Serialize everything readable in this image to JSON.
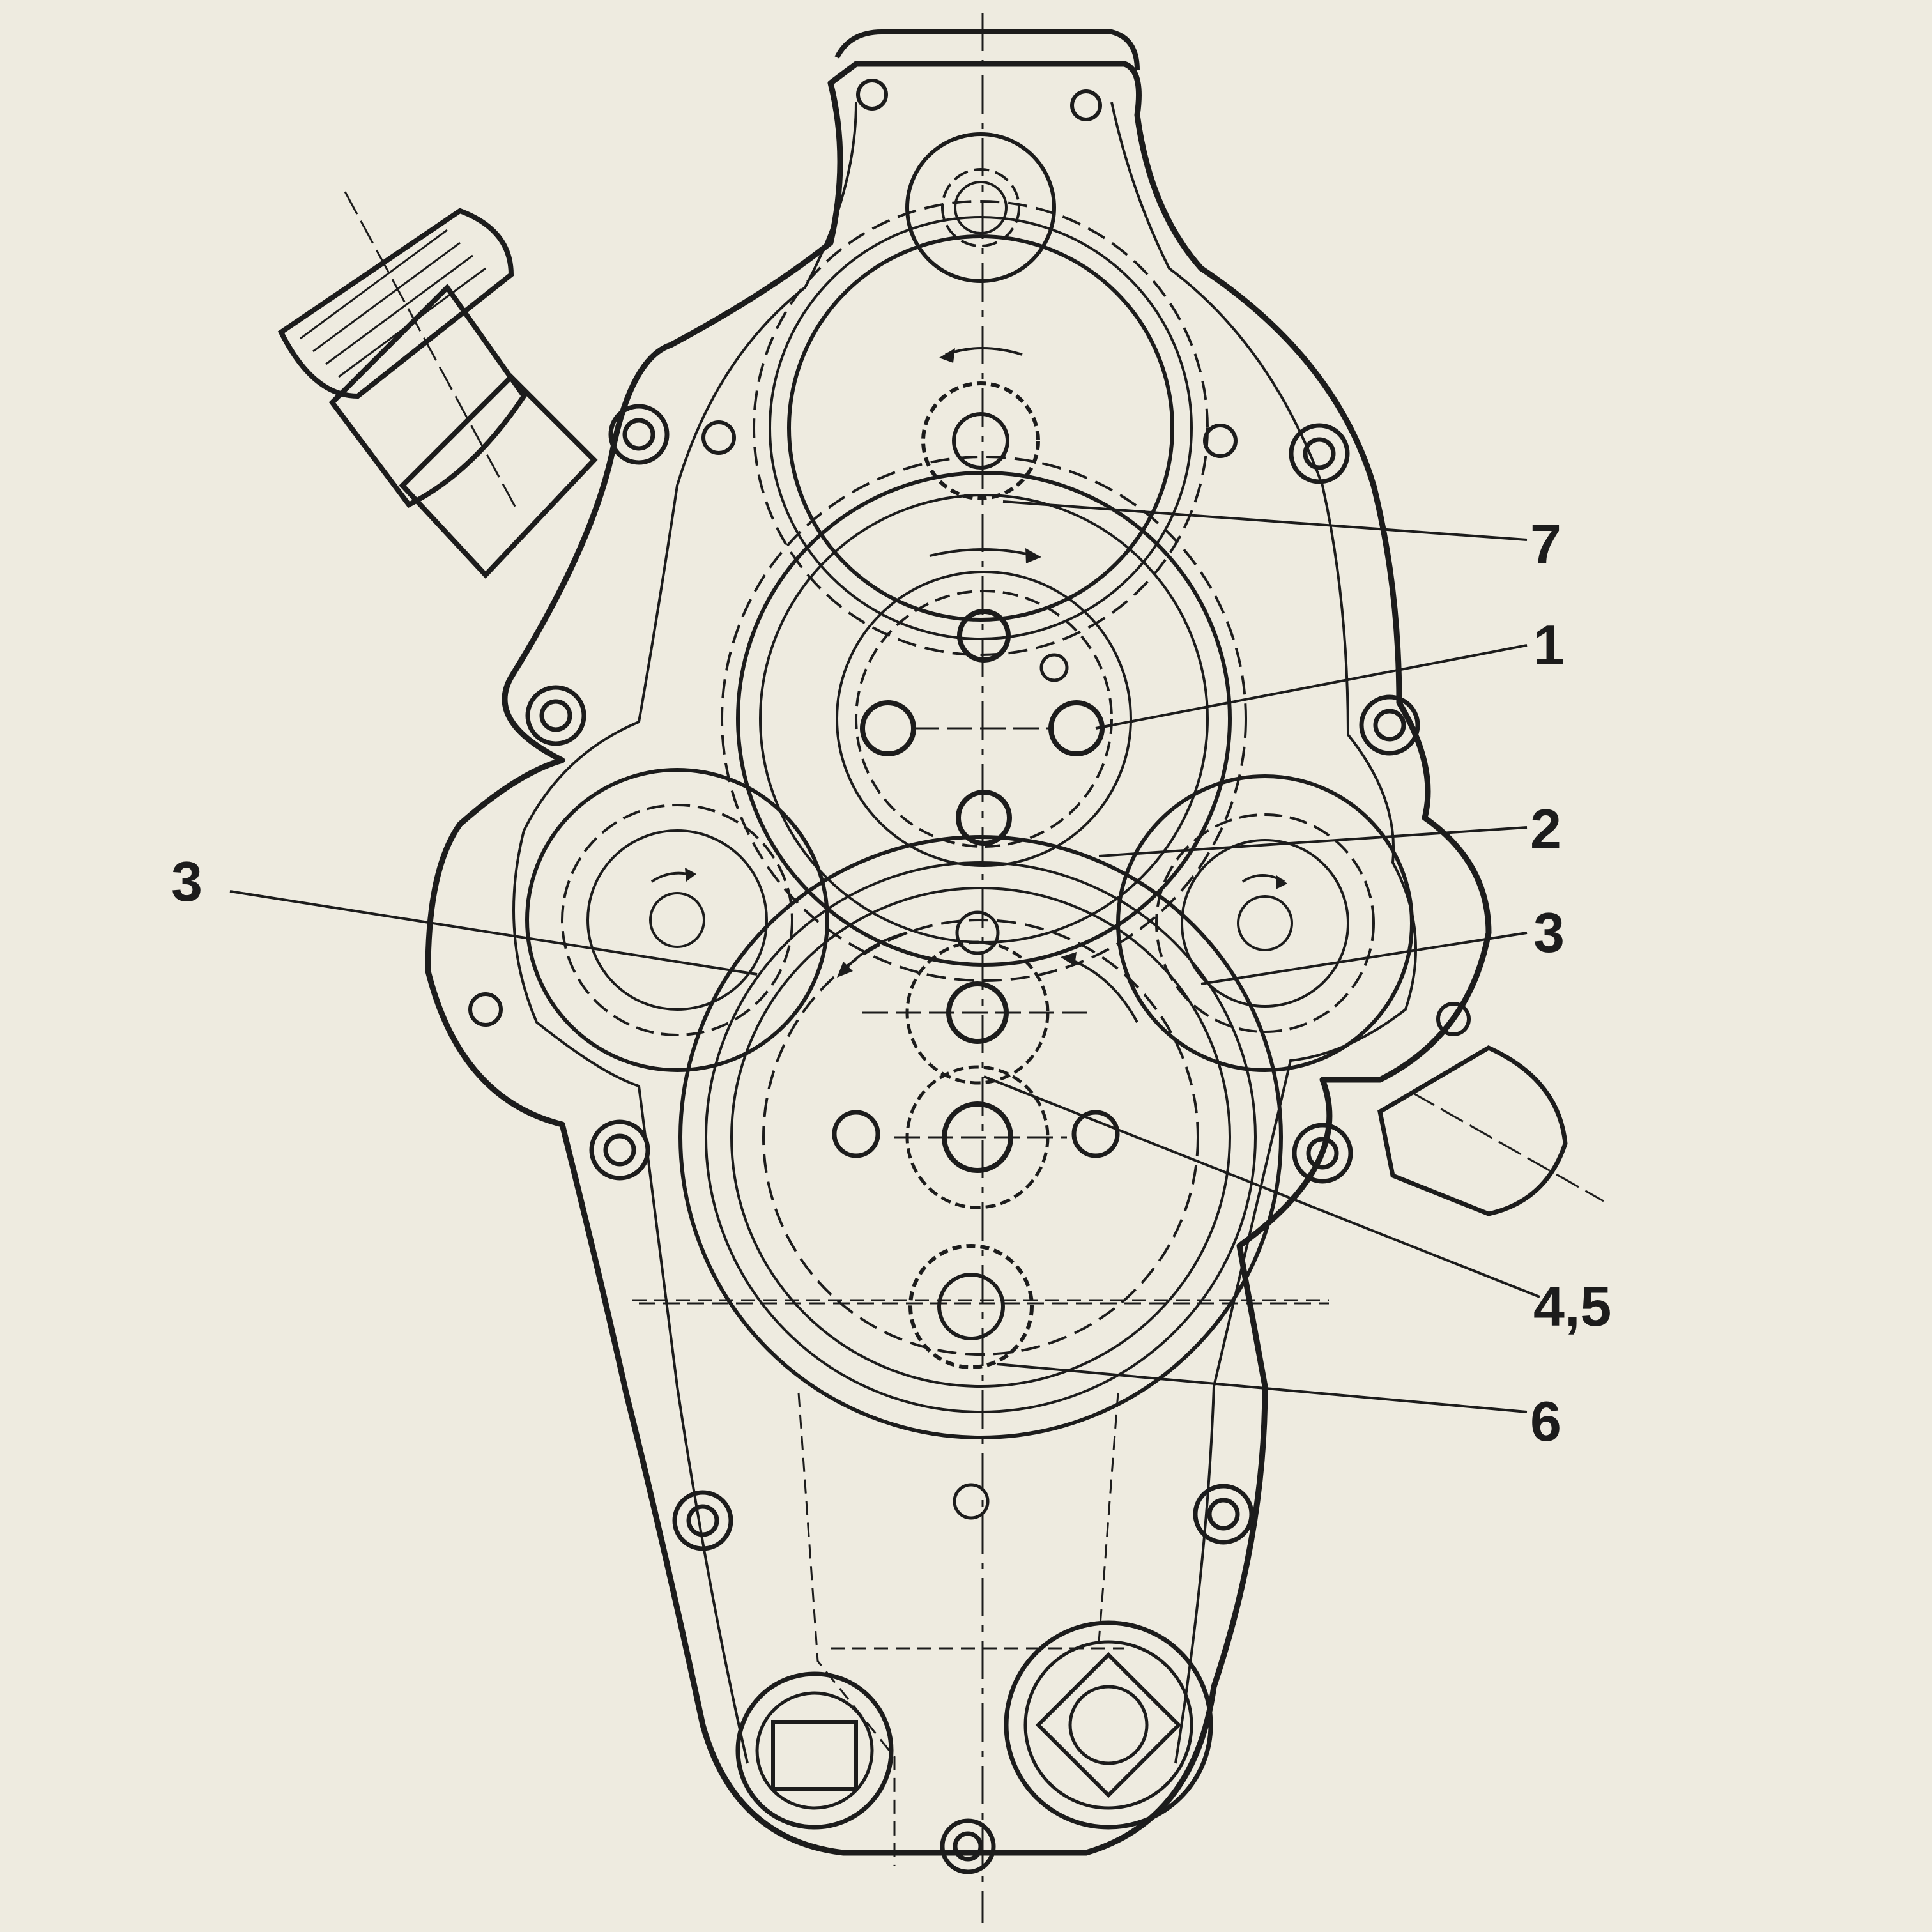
{
  "diagram": {
    "paper_color": "#eeebe0",
    "ink_color": "#1c1c1c",
    "callouts": [
      {
        "id": "callout-7",
        "text": "7"
      },
      {
        "id": "callout-1",
        "text": "1"
      },
      {
        "id": "callout-2",
        "text": "2"
      },
      {
        "id": "callout-3-left",
        "text": "3"
      },
      {
        "id": "callout-3-right",
        "text": "3"
      },
      {
        "id": "callout-4-5",
        "text": "4,5"
      },
      {
        "id": "callout-6",
        "text": "6"
      }
    ]
  }
}
